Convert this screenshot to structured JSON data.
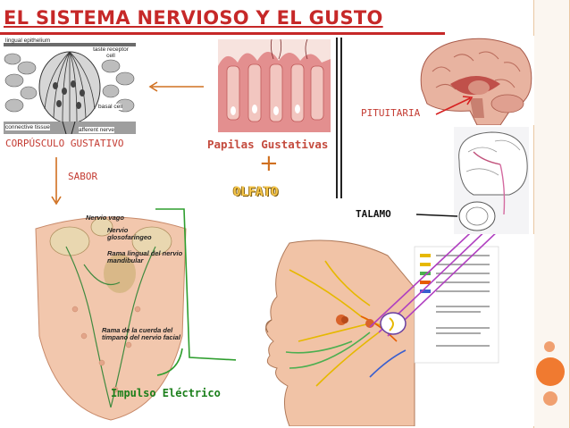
{
  "title": "EL SISTEMA NERVIOSO Y EL GUSTO",
  "labels": {
    "corpusculo": "CORPÚSCULO GUSTATIVO",
    "sabor": "SABOR",
    "papilas": "Papilas Gustativas",
    "plus": "+",
    "olfato": "OLFATO",
    "pituitaria": "PITUITARIA",
    "talamo": "TALAMO",
    "impulso": "Impulso Eléctrico"
  },
  "taste_bud_figure": {
    "lingual_epithelium": "lingual epithelium",
    "taste_receptor_cell": "taste receptor cell",
    "basal_cell": "basal cell",
    "connective_tissue": "connective tissue",
    "afferent_nerve": "afferent nerve"
  },
  "tongue_figure": {
    "nervio_vago": "Nervio vago",
    "glosofaringeo": "Nervio glosofaríngeo",
    "rama_lingual": "Rama lingual del nervio mandibular",
    "rama_cuerda": "Rama de la cuerda del tímpano del nervio facial"
  },
  "colors": {
    "title": "#c62828",
    "label_red": "#c43c33",
    "green_arrow": "#2e9e2e",
    "olfato": "#f6c64a",
    "red_arrow": "#d62020"
  }
}
